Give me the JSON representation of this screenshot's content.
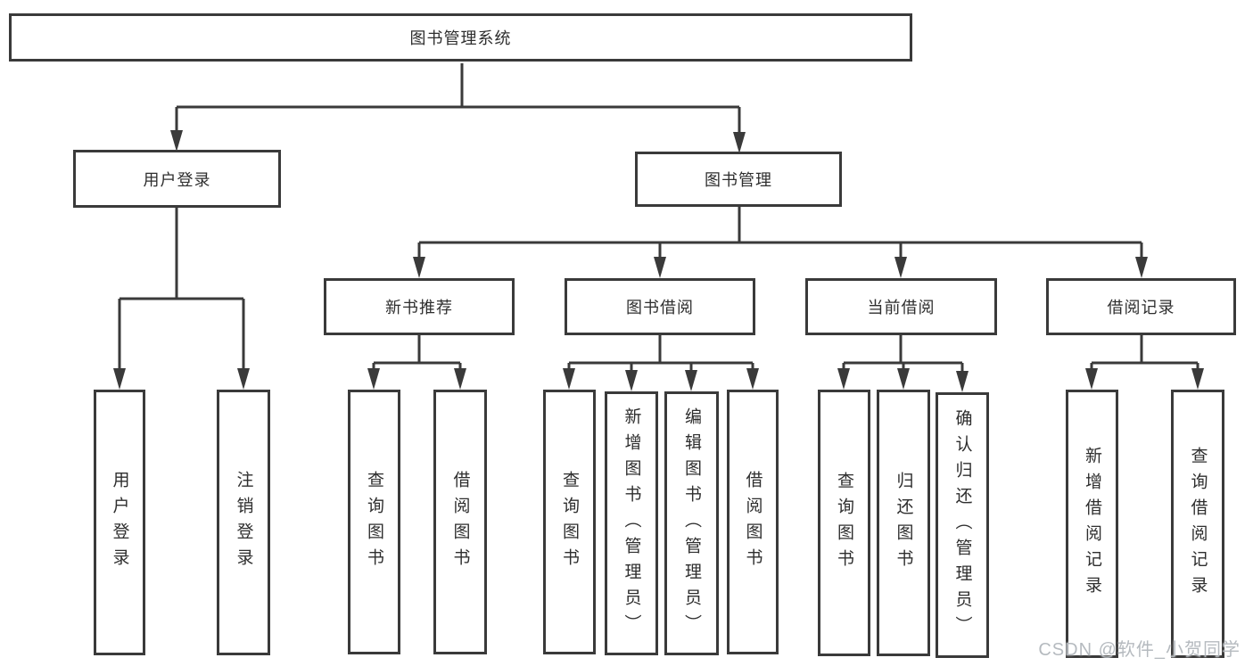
{
  "diagram": {
    "title": "图书管理系统",
    "type": "hierarchy-tree",
    "nodes": {
      "root": "图书管理系统",
      "user_login": "用户登录",
      "book_mgmt": "图书管理",
      "new_book_rec": "新书推荐",
      "book_borrow": "图书借阅",
      "current_borrow": "当前借阅",
      "borrow_record": "借阅记录",
      "v_user_login": "用户登录",
      "v_logout": "注销登录",
      "v_query_book_1": "查询图书",
      "v_borrow_book_1": "借阅图书",
      "v_query_book_2": "查询图书",
      "v_add_book": "新增图书（管理员）",
      "v_edit_book": "编辑图书（管理员）",
      "v_borrow_book_2": "借阅图书",
      "v_query_book_3": "查询图书",
      "v_return_book": "归还图书",
      "v_confirm_return": "确认归还（管理员）",
      "v_add_record": "新增借阅记录",
      "v_query_record": "查询借阅记录"
    },
    "hierarchy": {
      "label": "图书管理系统",
      "children": [
        {
          "label": "用户登录",
          "children": [
            {
              "label": "用户登录"
            },
            {
              "label": "注销登录"
            }
          ]
        },
        {
          "label": "图书管理",
          "children": [
            {
              "label": "新书推荐",
              "children": [
                {
                  "label": "查询图书"
                },
                {
                  "label": "借阅图书"
                }
              ]
            },
            {
              "label": "图书借阅",
              "children": [
                {
                  "label": "查询图书"
                },
                {
                  "label": "新增图书（管理员）"
                },
                {
                  "label": "编辑图书（管理员）"
                },
                {
                  "label": "借阅图书"
                }
              ]
            },
            {
              "label": "当前借阅",
              "children": [
                {
                  "label": "查询图书"
                },
                {
                  "label": "归还图书"
                },
                {
                  "label": "确认归还（管理员）"
                }
              ]
            },
            {
              "label": "借阅记录",
              "children": [
                {
                  "label": "新增借阅记录"
                },
                {
                  "label": "查询借阅记录"
                }
              ]
            }
          ]
        }
      ]
    },
    "colors": {
      "line": "#3a3a3a",
      "text": "#2e2e2e",
      "box_background": "#ffffff",
      "watermark": "#b9bdc2"
    }
  },
  "watermark": "CSDN @软件_小贺同学"
}
